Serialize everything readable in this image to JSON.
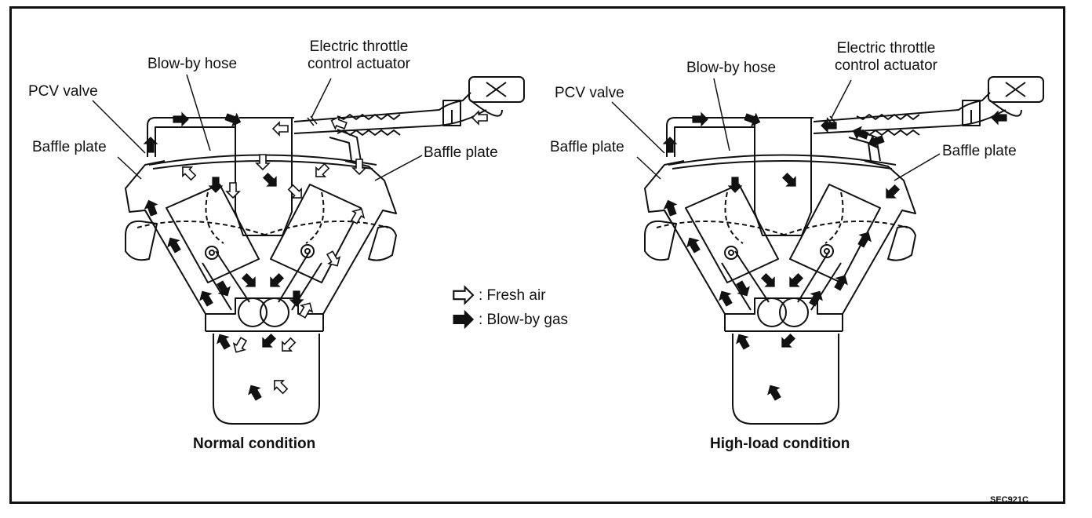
{
  "left_panel": {
    "caption": "Normal condition",
    "labels": {
      "pcv_valve": "PCV valve",
      "blowby_hose": "Blow-by hose",
      "throttle_line1": "Electric throttle",
      "throttle_line2": "control actuator",
      "baffle_left": "Baffle plate",
      "baffle_right": "Baffle plate"
    }
  },
  "right_panel": {
    "caption": "High-load condition",
    "labels": {
      "pcv_valve": "PCV valve",
      "blowby_hose": "Blow-by hose",
      "throttle_line1": "Electric throttle",
      "throttle_line2": "control actuator",
      "baffle_left": "Baffle plate",
      "baffle_right": "Baffle plate"
    }
  },
  "legend": {
    "fresh_air": ": Fresh air",
    "blowby_gas": ": Blow-by gas"
  },
  "figure_code": "SEC921C",
  "colors": {
    "line": "#111111",
    "background": "#ffffff"
  }
}
